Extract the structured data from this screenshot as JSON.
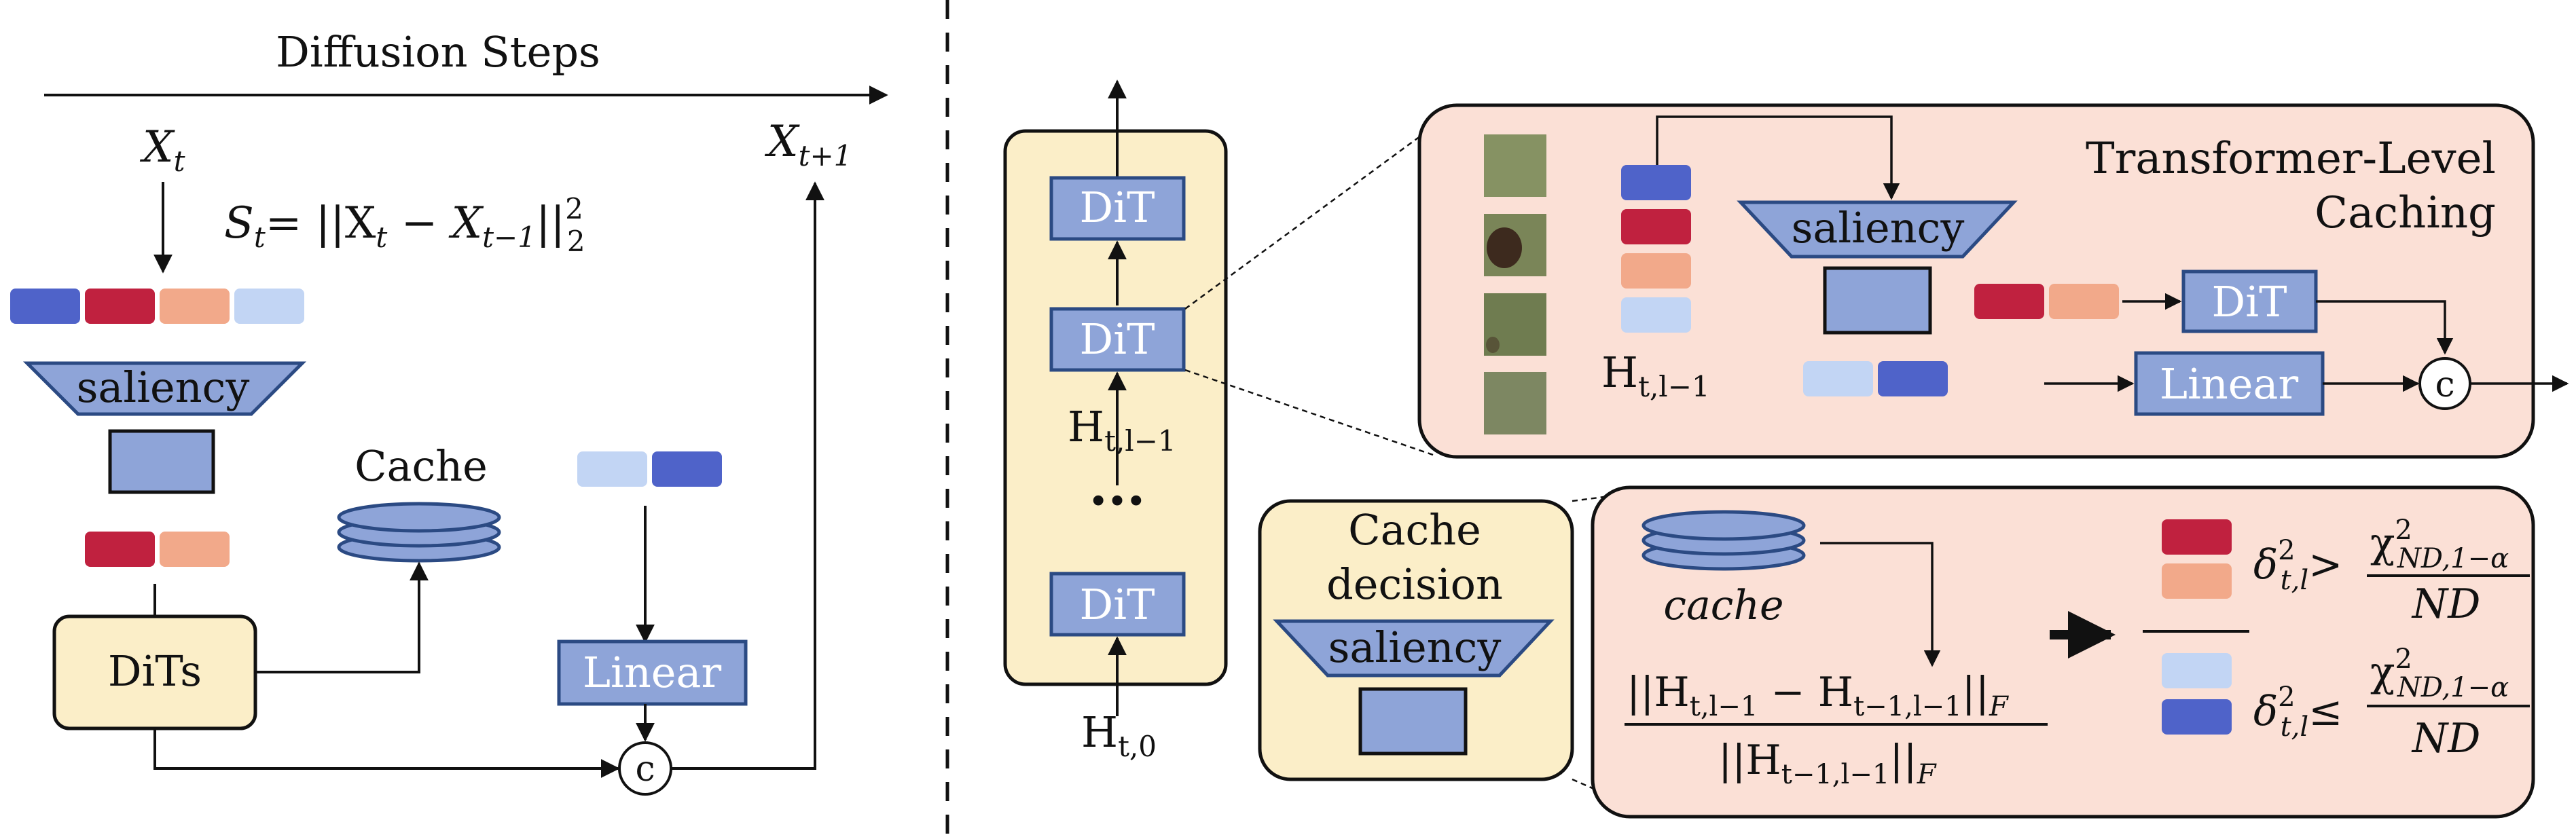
{
  "colors": {
    "blue_dark": "#4f63c9",
    "red": "#c0213f",
    "salmon": "#f2a98a",
    "blue_light": "#c2d5f4",
    "block_blue": "#8ea4d8",
    "block_border": "#2b4a83",
    "panel_yellow": "#fbeec8",
    "panel_pink": "#fbe0d6"
  },
  "left": {
    "title": "Diffusion Steps",
    "x_t": "X",
    "x_t_sub": "t",
    "x_t1": "X",
    "x_t1_sub": "t+1",
    "saliency_formula_s": "S",
    "saliency_formula_s_sub": "t",
    "saliency_formula_body": "= ||X",
    "saliency_formula_xsub": "t",
    "saliency_formula_minus": " − X",
    "saliency_formula_xsub2": "t−1",
    "saliency_formula_end": "||",
    "saliency_formula_sup": "2",
    "saliency_formula_sub2": "2",
    "saliency_label": "saliency",
    "cache_label": "Cache",
    "dits_label": "DiTs",
    "linear_label": "Linear",
    "concat_symbol": "c"
  },
  "middle": {
    "dit_top": "DiT",
    "dit_mid": "DiT",
    "dit_bottom": "DiT",
    "h_mid": "H",
    "h_mid_sub": "t,l−1",
    "ellipsis": "···",
    "h_bottom": "H",
    "h_bottom_sub": "t,0"
  },
  "top_right": {
    "title_line1": "Transformer-Level",
    "title_line2": "Caching",
    "saliency_label": "saliency",
    "h_label": "H",
    "h_label_sub": "t,l−1",
    "dit_label": "DiT",
    "linear_label": "Linear",
    "concat_symbol": "c"
  },
  "cache_decision": {
    "title_line1": "Cache",
    "title_line2": "decision",
    "saliency_label": "saliency"
  },
  "bottom_right": {
    "cache_label": "cache",
    "numerator": "||H",
    "numerator_sub1": "t,l−1",
    "numerator_minus": " − H",
    "numerator_sub2": "t−1,l−1",
    "numerator_end": "||",
    "numerator_F": "F",
    "denominator": "||H",
    "denominator_sub": "t−1,l−1",
    "denominator_end": "||",
    "denominator_F": "F",
    "delta": "δ",
    "delta_sub": "t,l",
    "delta_sup": "2",
    "gt": ">",
    "le": "≤",
    "chi": "χ",
    "chi_sup": "2",
    "chi_sub": "ND,1−α",
    "nd": "ND"
  }
}
